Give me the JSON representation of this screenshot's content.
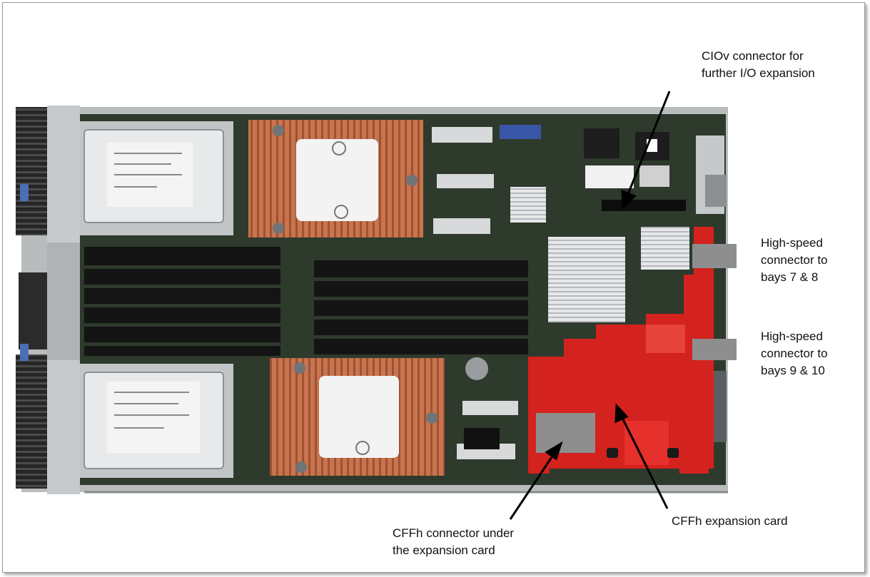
{
  "callouts": {
    "ciov": {
      "line1": "CIOv connector for",
      "line2": "further I/O expansion"
    },
    "hs78": {
      "line1": "High-speed",
      "line2": "connector to",
      "line3": "bays 7 & 8"
    },
    "hs910": {
      "line1": "High-speed",
      "line2": "connector to",
      "line3": "bays 9 & 10"
    },
    "cffh_connector": {
      "line1": "CFFh connector under",
      "line2": "the expansion card"
    },
    "cffh_card": {
      "line1": "CFFh expansion card"
    }
  },
  "colors": {
    "board_green": "#2e3a2c",
    "chassis_gray": "#b9bcbd",
    "heatsink_copper": "#c8744e",
    "expansion_card_red": "#e3211e",
    "connector_marker_gray": "#8e8e8e",
    "dimm_black": "#141414",
    "arrow_black": "#000000"
  }
}
